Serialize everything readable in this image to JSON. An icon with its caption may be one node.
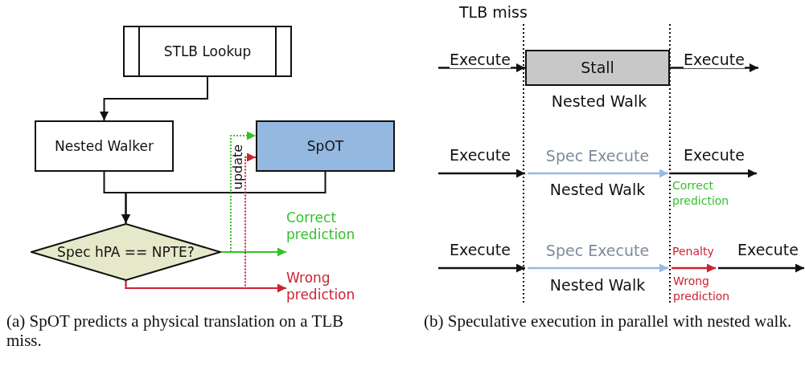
{
  "diagram": {
    "nodes": [
      {
        "text": [
          "STLB Lookup"
        ]
      },
      {
        "text": [
          "Nested Walker"
        ]
      },
      {
        "text": [
          "SpOT"
        ]
      },
      {
        "text": [
          "Spec hPA == NPTE?"
        ]
      },
      {
        "text": [
          "Correct prediction"
        ]
      },
      {
        "text": [
          "Wrong prediction"
        ]
      },
      {
        "text": [
          "Stall"
        ],
        "beside": [
          "Nested Walk"
        ]
      }
    ],
    "edges": [
      {
        "from": 0,
        "to": 1,
        "arrow": "to"
      },
      {
        "from": 1,
        "to": 3,
        "arrow": "to"
      },
      {
        "from": 2,
        "to": 3,
        "arrow": "to"
      },
      {
        "from": 3,
        "to": 4,
        "arrow": "to",
        "color": "#33c12a"
      },
      {
        "from": 3,
        "to": 5,
        "arrow": "to",
        "color": "#cc2233"
      },
      {
        "from": 3,
        "to": 2,
        "arrow": "to",
        "label": "update",
        "style": "dashed",
        "color": "#33c12a"
      },
      {
        "from": 3,
        "to": 2,
        "arrow": "to",
        "style": "dashed",
        "color": "#cc2233"
      },
      {
        "from": null,
        "to": 6,
        "arrow": "to",
        "label": "Execute"
      },
      {
        "from": 6,
        "to": null,
        "arrow": "to",
        "label": "Execute"
      }
    ],
    "labels": [
      "TLB miss",
      "Execute",
      "Spec Execute",
      "Execute",
      "Nested Walk",
      "Correct prediction",
      "Execute",
      "Spec Execute",
      "Penalty",
      "Execute",
      "Nested Walk",
      "Wrong prediction",
      "(a) SpOT predicts a physical translation on a TLB miss.",
      "(b) Speculative execution in parallel with nested walk."
    ]
  }
}
